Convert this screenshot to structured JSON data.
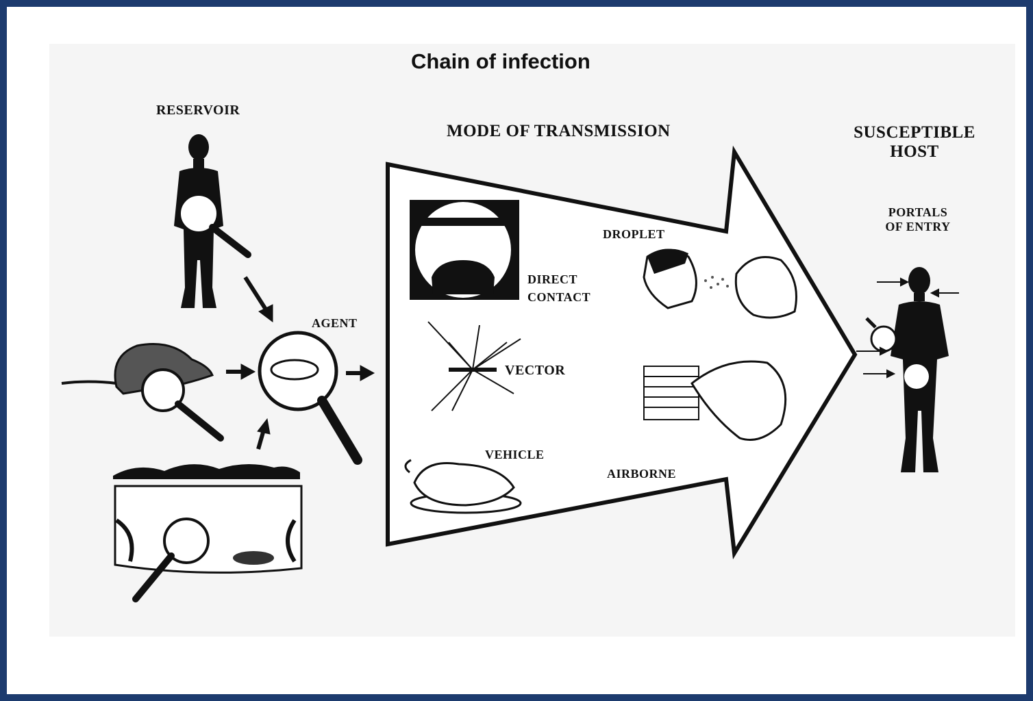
{
  "title": "Chain of infection",
  "labels": {
    "reservoir": "RESERVOIR",
    "agent": "AGENT",
    "mode_of_transmission": "MODE OF TRANSMISSION",
    "susceptible_host_line1": "SUSCEPTIBLE",
    "susceptible_host_line2": "HOST",
    "portals_line1": "PORTALS",
    "portals_line2": "OF ENTRY",
    "direct_contact_line1": "DIRECT",
    "direct_contact_line2": "CONTACT",
    "droplet": "DROPLET",
    "vector": "VECTOR",
    "vehicle": "VEHICLE",
    "airborne": "AIRBORNE"
  },
  "colors": {
    "frame": "#1d3b6e",
    "ink": "#111111",
    "paper": "#f5f5f5"
  },
  "icons": [
    "human-silhouette-icon",
    "rat-icon",
    "pond-icon",
    "magnifier-icon",
    "mosquito-icon",
    "turkey-icon",
    "face-icon",
    "window-icon",
    "host-silhouette-icon"
  ]
}
